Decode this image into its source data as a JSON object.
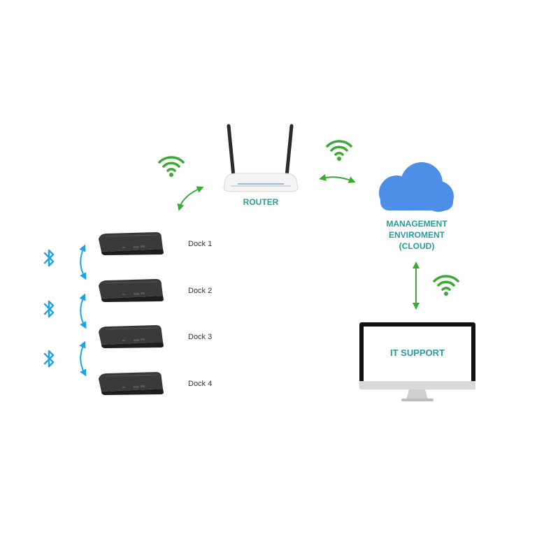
{
  "router": {
    "label": "ROUTER"
  },
  "cloud": {
    "line1": "MANAGEMENT",
    "line2": "ENVIROMENT",
    "line3": "(CLOUD)"
  },
  "monitor": {
    "label": "IT SUPPORT"
  },
  "docks": [
    {
      "label": "Dock 1"
    },
    {
      "label": "Dock 2"
    },
    {
      "label": "Dock 3"
    },
    {
      "label": "Dock 4"
    }
  ],
  "colors": {
    "label_teal": "#2a9d9a",
    "wifi_green": "#3aaa35",
    "bluetooth_blue": "#1fa3e6",
    "cloud_blue": "#4d8fe6",
    "dock_dark": "#2e2e2e"
  },
  "icons": {
    "wifi": "wifi-icon",
    "bluetooth": "bluetooth-icon",
    "cloud": "cloud-icon",
    "router": "router-icon",
    "monitor": "monitor-icon",
    "dock": "dock-icon"
  }
}
